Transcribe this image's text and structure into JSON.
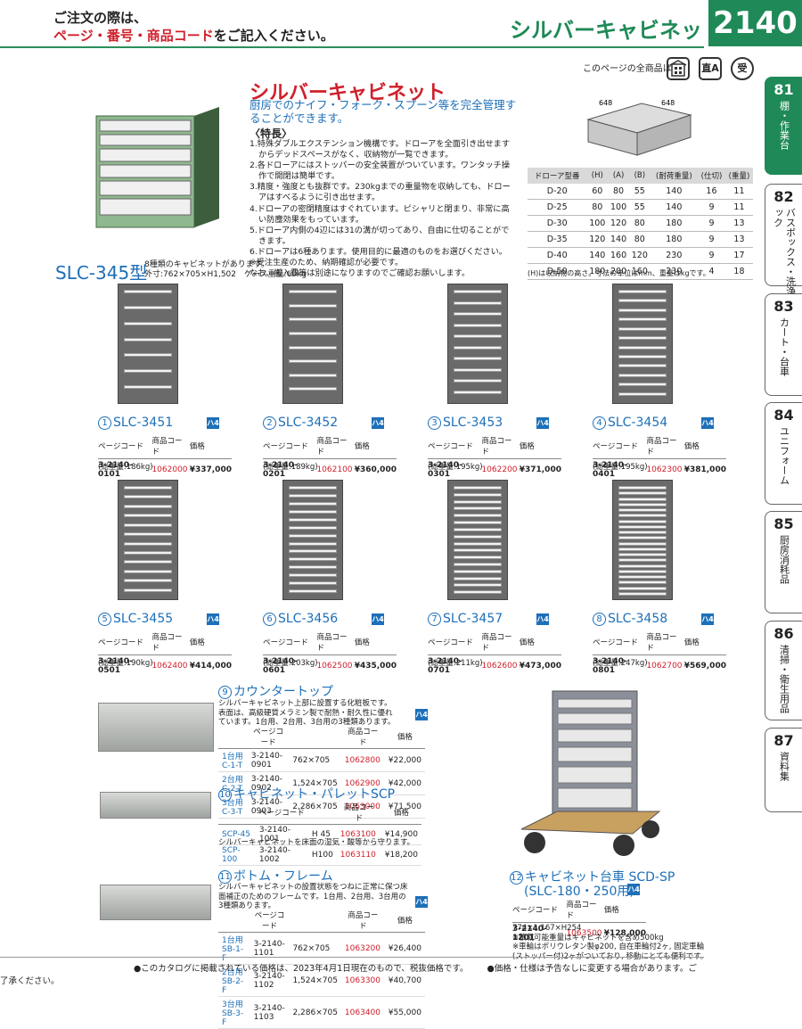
{
  "header": {
    "note_line1": "ご注文の際は、",
    "note_line2_red": "ページ・番号・商品コード",
    "note_line2_rest": "をご記入ください。",
    "title": "シルバーキャビネット",
    "page_number": "2140"
  },
  "all_items": {
    "label": "このページの全商品は",
    "badges": [
      "",
      "直A",
      "受"
    ]
  },
  "intro": {
    "title": "シルバーキャビネット",
    "lead": "厨房でのナイフ・フォーク・スプーン等を完全管理することができます。",
    "features_heading": "〈特長〉",
    "features": [
      "1.特殊ダブルエクステンション機構です。ドローアを全面引き出せますからデッドスペースがなく、収納物が一覧できます。",
      "2.各ドローアにはストッパーの安全装置がついています。ワンタッチ操作で開閉は簡単です。",
      "3.精度・強度とも抜群です。230kgまでの重量物を収納しても、ドローアはすべるように引き出せます。",
      "4.ドローアの密閉精度はすぐれています。ピシャリと閉まり、非常に高い防塵効果をもっています。",
      "5.ドローア内側の4辺には31の溝が切ってあり、自由に仕切ることができます。",
      "6.ドローアは6種あります。使用目的に最適のものをお選びください。",
      "※受注生産のため、納期確認が必要です。",
      "なお、搬入費等は別途になりますのでご確認お願いします。"
    ],
    "series_name": "SLC-345型",
    "series_desc1": "8種類のキャビネットがあります。",
    "series_desc2": "外寸:762×705×H1,502　ケース重量:60kg"
  },
  "diagram": {
    "dim1": "648",
    "dim2": "648"
  },
  "spec_table": {
    "headers": [
      "ドローア型番",
      "(H)",
      "(A)",
      "(B)",
      "(耐荷重量)",
      "(仕切)",
      "(重量)"
    ],
    "rows": [
      [
        "D-20",
        "60",
        "80",
        "55",
        "140",
        "16",
        "11"
      ],
      [
        "D-25",
        "80",
        "100",
        "55",
        "140",
        "9",
        "11"
      ],
      [
        "D-30",
        "100",
        "120",
        "80",
        "180",
        "9",
        "13"
      ],
      [
        "D-35",
        "120",
        "140",
        "80",
        "180",
        "9",
        "13"
      ],
      [
        "D-40",
        "140",
        "160",
        "120",
        "230",
        "9",
        "17"
      ],
      [
        "D-50",
        "180",
        "200",
        "160",
        "230",
        "4",
        "18"
      ]
    ],
    "note": "(H)は収納物の高さ。寸法の単位はmm、重量はkgです。"
  },
  "sidebar": [
    {
      "num": "81",
      "label": "棚・作業台",
      "active": true
    },
    {
      "num": "82",
      "label": "バスボックス・洗浄ラック",
      "active": false
    },
    {
      "num": "83",
      "label": "カート・台車",
      "active": false
    },
    {
      "num": "84",
      "label": "ユニフォーム",
      "active": false
    },
    {
      "num": "85",
      "label": "厨房消耗品",
      "active": false
    },
    {
      "num": "86",
      "label": "清掃・衛生用品",
      "active": false
    },
    {
      "num": "87",
      "label": "資料集",
      "active": false
    }
  ],
  "table_headers": {
    "page_code": "ページコード",
    "item_code": "商品コード",
    "price": "価格"
  },
  "mark": "ハ4",
  "products": [
    {
      "no": "1",
      "name": "SLC-3451",
      "page_code": "3-2140-0101",
      "item_code": "1062000",
      "price": "¥337,000",
      "weight": "(総重量:186kg)",
      "drawers": 7
    },
    {
      "no": "2",
      "name": "SLC-3452",
      "page_code": "3-2140-0201",
      "item_code": "1062100",
      "price": "¥360,000",
      "weight": "(総重量:189kg)",
      "drawers": 8
    },
    {
      "no": "3",
      "name": "SLC-3453",
      "page_code": "3-2140-0301",
      "item_code": "1062200",
      "price": "¥371,000",
      "weight": "(総重量:195kg)",
      "drawers": 10
    },
    {
      "no": "4",
      "name": "SLC-3454",
      "page_code": "3-2140-0401",
      "item_code": "1062300",
      "price": "¥381,000",
      "weight": "(総重量:195kg)",
      "drawers": 12
    },
    {
      "no": "5",
      "name": "SLC-3455",
      "page_code": "3-2140-0501",
      "item_code": "1062400",
      "price": "¥414,000",
      "weight": "(総重量:190kg)",
      "drawers": 12
    },
    {
      "no": "6",
      "name": "SLC-3456",
      "page_code": "3-2140-0601",
      "item_code": "1062500",
      "price": "¥435,000",
      "weight": "(総重量:203kg)",
      "drawers": 14
    },
    {
      "no": "7",
      "name": "SLC-3457",
      "page_code": "3-2140-0701",
      "item_code": "1062600",
      "price": "¥473,000",
      "weight": "(総重量:211kg)",
      "drawers": 16
    },
    {
      "no": "8",
      "name": "SLC-3458",
      "page_code": "3-2140-0801",
      "item_code": "1062700",
      "price": "¥569,000",
      "weight": "(総重量:247kg)",
      "drawers": 20
    }
  ],
  "counter_top": {
    "no": "9",
    "title": "カウンタートップ",
    "desc": "シルバーキャビネット上部に設置する化粧板です。表面は、高級硬質メラミン製で耐熱・耐久性に優れています。1台用、2台用、3台用の3種類あります。",
    "rows": [
      {
        "usage": "1台用 C-1-T",
        "page_code": "3-2140-0901",
        "size": "762×705",
        "item_code": "1062800",
        "price": "¥22,000"
      },
      {
        "usage": "2台用 C-2-T",
        "page_code": "3-2140-0902",
        "size": "1,524×705",
        "item_code": "1062900",
        "price": "¥42,000"
      },
      {
        "usage": "3台用 C-3-T",
        "page_code": "3-2140-0903",
        "size": "2,286×705",
        "item_code": "1063000",
        "price": "¥71,500"
      }
    ]
  },
  "pallet": {
    "no": "10",
    "title": "キャビネット・パレットSCP",
    "rows": [
      {
        "usage": "SCP-45",
        "page_code": "3-2140-1001",
        "size": "H 45",
        "item_code": "1063100",
        "price": "¥14,900"
      },
      {
        "usage": "SCP-100",
        "page_code": "3-2140-1002",
        "size": "H100",
        "item_code": "1063110",
        "price": "¥18,200"
      }
    ],
    "note": "シルバーキャビネットを床面の湿気・酸等から守ります。"
  },
  "bottom_frame": {
    "no": "11",
    "title": "ボトム・フレーム",
    "desc": "シルバーキャビネットの設置状態をつねに正常に保つ床面補正のためのフレームです。1台用、2台用、3台用の3種類あります。",
    "rows": [
      {
        "usage": "1台用 SB-1-F",
        "page_code": "3-2140-1101",
        "size": "762×705",
        "item_code": "1063200",
        "price": "¥26,400"
      },
      {
        "usage": "2台用 SB-2-F",
        "page_code": "3-2140-1102",
        "size": "1,524×705",
        "item_code": "1063300",
        "price": "¥40,700"
      },
      {
        "usage": "3台用 SB-3-F",
        "page_code": "3-2140-1103",
        "size": "2,286×705",
        "item_code": "1063400",
        "price": "¥55,000"
      }
    ]
  },
  "cart": {
    "no": "12",
    "title": "キャビネット台車 SCD-SP",
    "subtitle": "(SLC-180・250用)",
    "page_code": "3-2140-1201",
    "item_code": "1063500",
    "price": "¥128,000",
    "notes": [
      "774×1,167×H254",
      "※積載可能重量はキャビネットを含め500kg",
      "※車輪はポリウレタン製φ200, 自在車輪付2ヶ, 固定車輪",
      "(ストッパー付)2ヶがついており, 移動にとても便利です。"
    ]
  },
  "footer": {
    "left": "●このカタログに掲載されている価格は、2023年4月1日現在のもので、税抜価格です。",
    "right": "●価格・仕様は予告なしに変更する場合があります。ご了承ください。"
  }
}
